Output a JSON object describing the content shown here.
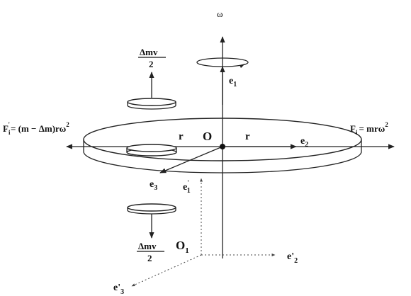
{
  "labels": {
    "omega": "ω",
    "delta_mv_top_num": "Δmv",
    "delta_mv_top_den": "2",
    "delta_mv_bottom_num": "Δmv",
    "delta_mv_bottom_den": "2",
    "e1": "e",
    "e1_sub": "1",
    "e2": "e",
    "e2_sub": "2",
    "e3": "e",
    "e3_sub": "3",
    "origin": "O",
    "r_left": "r",
    "r_right": "r",
    "force_left": "F",
    "force_left_sub": "i",
    "force_left_expr": "= (m − Δm)rω",
    "force_left_sup": "2",
    "force_left_prime": "'",
    "force_right": "F",
    "force_right_sub": "i",
    "force_right_expr": "= mrω",
    "force_right_sup": "2",
    "e1p": "e",
    "e1p_sub": "1",
    "e1p_prime": "'",
    "o1": "O",
    "o1_sub": "1",
    "e2p": "e'",
    "e2p_sub": "2",
    "e3p": "e'",
    "e3p_sub": "3"
  }
}
